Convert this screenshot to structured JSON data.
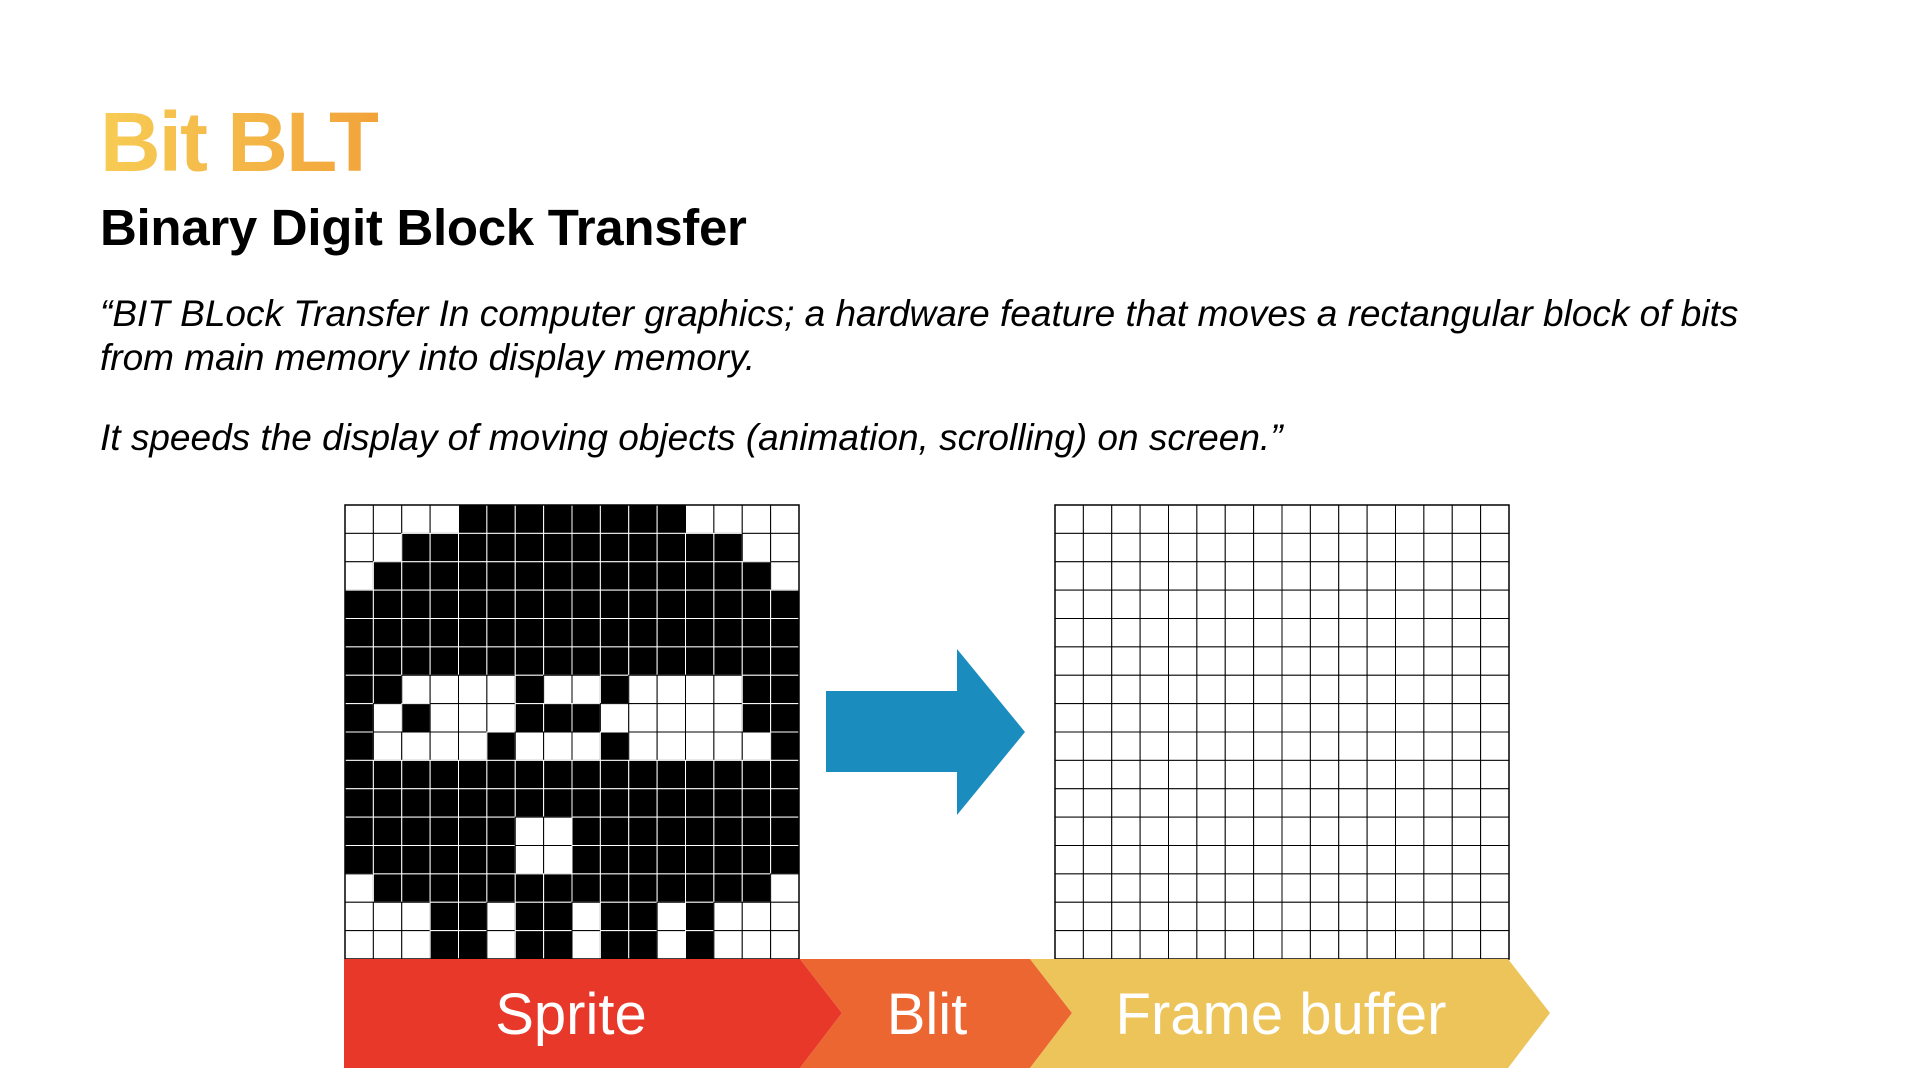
{
  "slide": {
    "title": "Bit BLT",
    "subtitle": "Binary Digit Block Transfer",
    "quote_line1": "“BIT BLock Transfer In computer graphics; a hardware feature that moves a rectangular block of bits",
    "quote_line2": "from main memory into display memory.",
    "quote_line3": "It speeds the display of moving objects (animation, scrolling) on screen.”"
  },
  "colors": {
    "title_gradient_start": "#F7CC55",
    "title_gradient_end": "#F2A33A",
    "arrow": "#1A8DBE",
    "sprite_banner": "#E8382A",
    "blit_banner": "#EC6632",
    "framebuffer_banner": "#ECC45A",
    "pixel_on": "#000000",
    "pixel_off": "#ffffff"
  },
  "sprite": {
    "rows": [
      "0000111111110000",
      "0011111111111100",
      "0111111111111110",
      "1111111111111111",
      "1111111111111111",
      "1111111111111111",
      "1100001001000011",
      "1010001110000011",
      "1000010001000001",
      "1111111111111111",
      "1111111111111111",
      "1111110011111111",
      "1111110011111111",
      "0111111111111110",
      "0001101101101000",
      "0001101101101000"
    ]
  },
  "framebuffer": {
    "cols": 16,
    "rows": 16
  },
  "banners": {
    "sprite_label": "Sprite",
    "blit_label": "Blit",
    "framebuffer_label": "Frame buffer"
  }
}
